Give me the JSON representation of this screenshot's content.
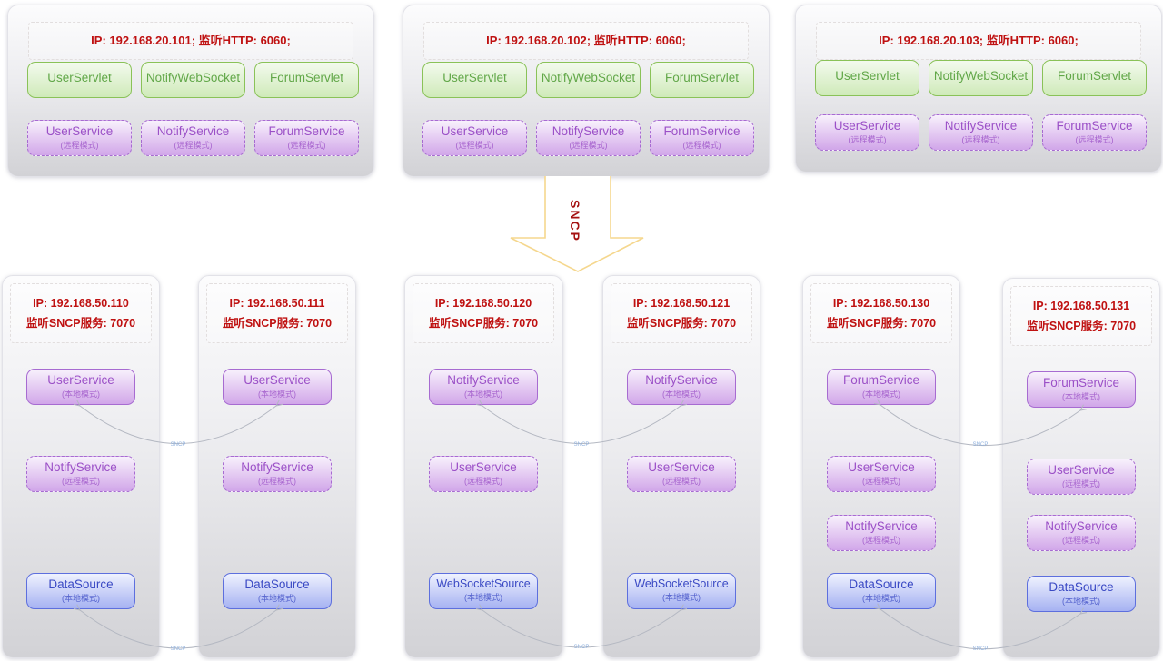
{
  "palette": {
    "green_border": "#8ac258",
    "purple_border": "#a76bd1",
    "blue_border": "#5d6fde",
    "ip_text_red": "#bf1111",
    "arrow_stroke": "#f5d78e",
    "connector_gray": "#b4b8c2",
    "connector_label_blue": "#8fb0dd"
  },
  "top_servers": [
    {
      "ip_line": "IP: 192.168.20.101;  监听HTTP: 6060;",
      "servlets": [
        "UserServlet",
        "NotifyWebSocket",
        "ForumServlet"
      ],
      "services": [
        {
          "name": "UserService",
          "mode": "(远程模式)"
        },
        {
          "name": "NotifyService",
          "mode": "(远程模式)"
        },
        {
          "name": "ForumService",
          "mode": "(远程模式)"
        }
      ]
    },
    {
      "ip_line": "IP: 192.168.20.102;  监听HTTP: 6060;",
      "servlets": [
        "UserServlet",
        "NotifyWebSocket",
        "ForumServlet"
      ],
      "services": [
        {
          "name": "UserService",
          "mode": "(远程模式)"
        },
        {
          "name": "NotifyService",
          "mode": "(远程模式)"
        },
        {
          "name": "ForumService",
          "mode": "(远程模式)"
        }
      ]
    },
    {
      "ip_line": "IP: 192.168.20.103;  监听HTTP: 6060;",
      "servlets": [
        "UserServlet",
        "NotifyWebSocket",
        "ForumServlet"
      ],
      "services": [
        {
          "name": "UserService",
          "mode": "(远程模式)"
        },
        {
          "name": "NotifyService",
          "mode": "(远程模式)"
        },
        {
          "name": "ForumService",
          "mode": "(远程模式)"
        }
      ]
    }
  ],
  "sncp_arrow_label": "SNCP",
  "connector_label": "SNCP",
  "bottom_servers": [
    {
      "ip_line1": "IP: 192.168.50.110",
      "ip_line2": "监听SNCP服务: 7070",
      "services": [
        {
          "name": "UserService",
          "mode": "(本地模式)"
        },
        {
          "name": "NotifyService",
          "mode": "(远程模式)"
        },
        {
          "name": "DataSource",
          "mode": "(本地模式)"
        }
      ]
    },
    {
      "ip_line1": "IP: 192.168.50.111",
      "ip_line2": "监听SNCP服务: 7070",
      "services": [
        {
          "name": "UserService",
          "mode": "(本地模式)"
        },
        {
          "name": "NotifyService",
          "mode": "(远程模式)"
        },
        {
          "name": "DataSource",
          "mode": "(本地模式)"
        }
      ]
    },
    {
      "ip_line1": "IP: 192.168.50.120",
      "ip_line2": "监听SNCP服务: 7070",
      "services": [
        {
          "name": "NotifyService",
          "mode": "(本地模式)"
        },
        {
          "name": "UserService",
          "mode": "(远程模式)"
        },
        {
          "name": "WebSocketSource",
          "mode": "(本地模式)"
        }
      ]
    },
    {
      "ip_line1": "IP: 192.168.50.121",
      "ip_line2": "监听SNCP服务: 7070",
      "services": [
        {
          "name": "NotifyService",
          "mode": "(本地模式)"
        },
        {
          "name": "UserService",
          "mode": "(远程模式)"
        },
        {
          "name": "WebSocketSource",
          "mode": "(本地模式)"
        }
      ]
    },
    {
      "ip_line1": "IP: 192.168.50.130",
      "ip_line2": "监听SNCP服务: 7070",
      "services": [
        {
          "name": "ForumService",
          "mode": "(本地模式)"
        },
        {
          "name": "UserService",
          "mode": "(远程模式)"
        },
        {
          "name": "NotifyService",
          "mode": "(远程模式)"
        },
        {
          "name": "DataSource",
          "mode": "(本地模式)"
        }
      ]
    },
    {
      "ip_line1": "IP: 192.168.50.131",
      "ip_line2": "监听SNCP服务: 7070",
      "services": [
        {
          "name": "ForumService",
          "mode": "(本地模式)"
        },
        {
          "name": "UserService",
          "mode": "(远程模式)"
        },
        {
          "name": "NotifyService",
          "mode": "(远程模式)"
        },
        {
          "name": "DataSource",
          "mode": "(本地模式)"
        }
      ]
    }
  ]
}
